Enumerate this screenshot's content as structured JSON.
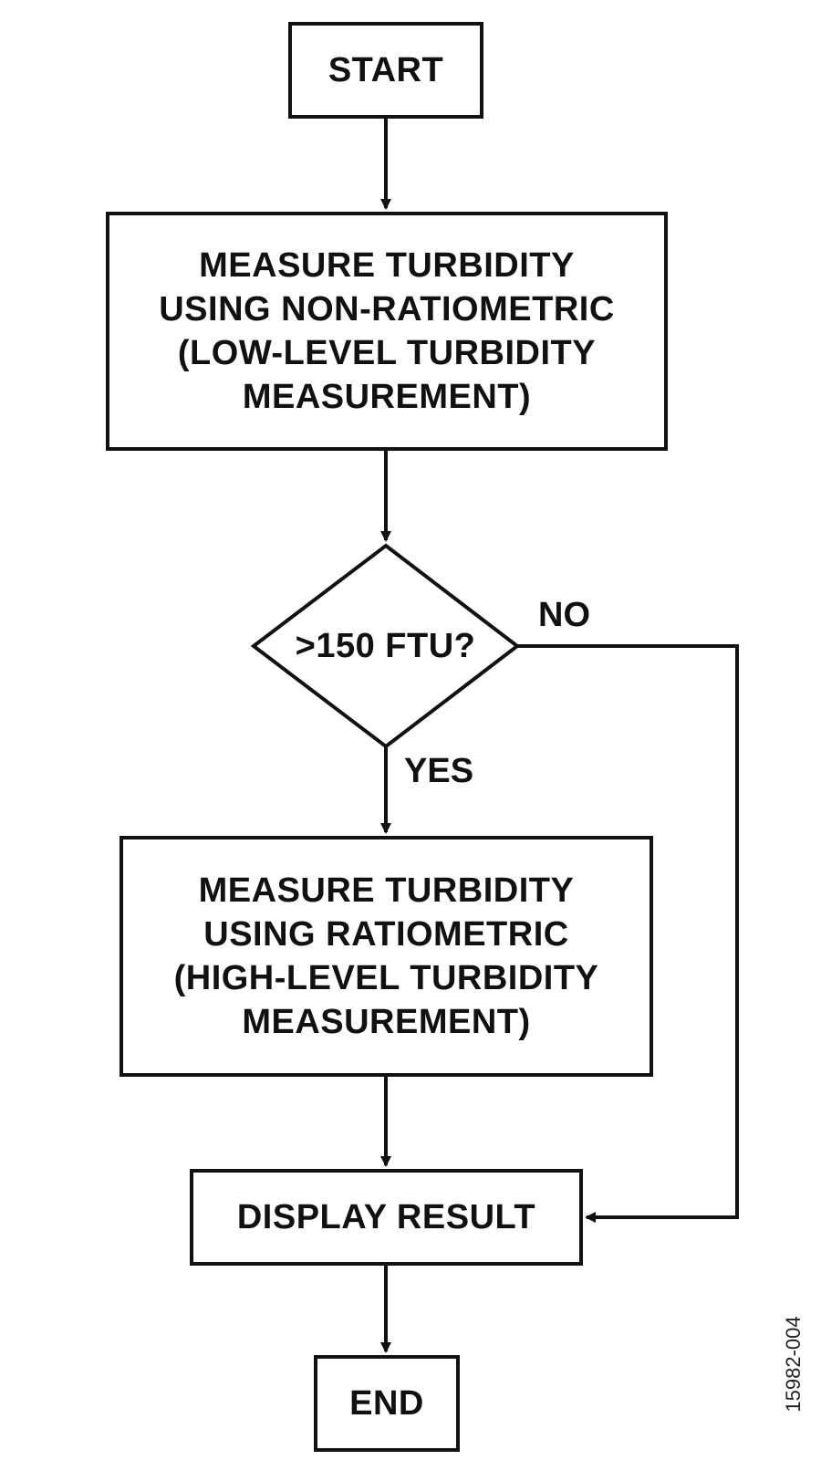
{
  "flowchart": {
    "start": "START",
    "step_non_ratiometric": [
      "MEASURE TURBIDITY",
      "USING NON-RATIOMETRIC",
      "(LOW-LEVEL TURBIDITY",
      "MEASUREMENT)"
    ],
    "decision": ">150 FTU?",
    "branch_no": "NO",
    "branch_yes": "YES",
    "step_ratiometric": [
      "MEASURE TURBIDITY",
      "USING RATIOMETRIC",
      "(HIGH-LEVEL TURBIDITY",
      "MEASUREMENT)"
    ],
    "display": "DISPLAY RESULT",
    "end": "END"
  },
  "figure_id": "15982-004",
  "colors": {
    "stroke": "#111111",
    "background": "#ffffff"
  }
}
